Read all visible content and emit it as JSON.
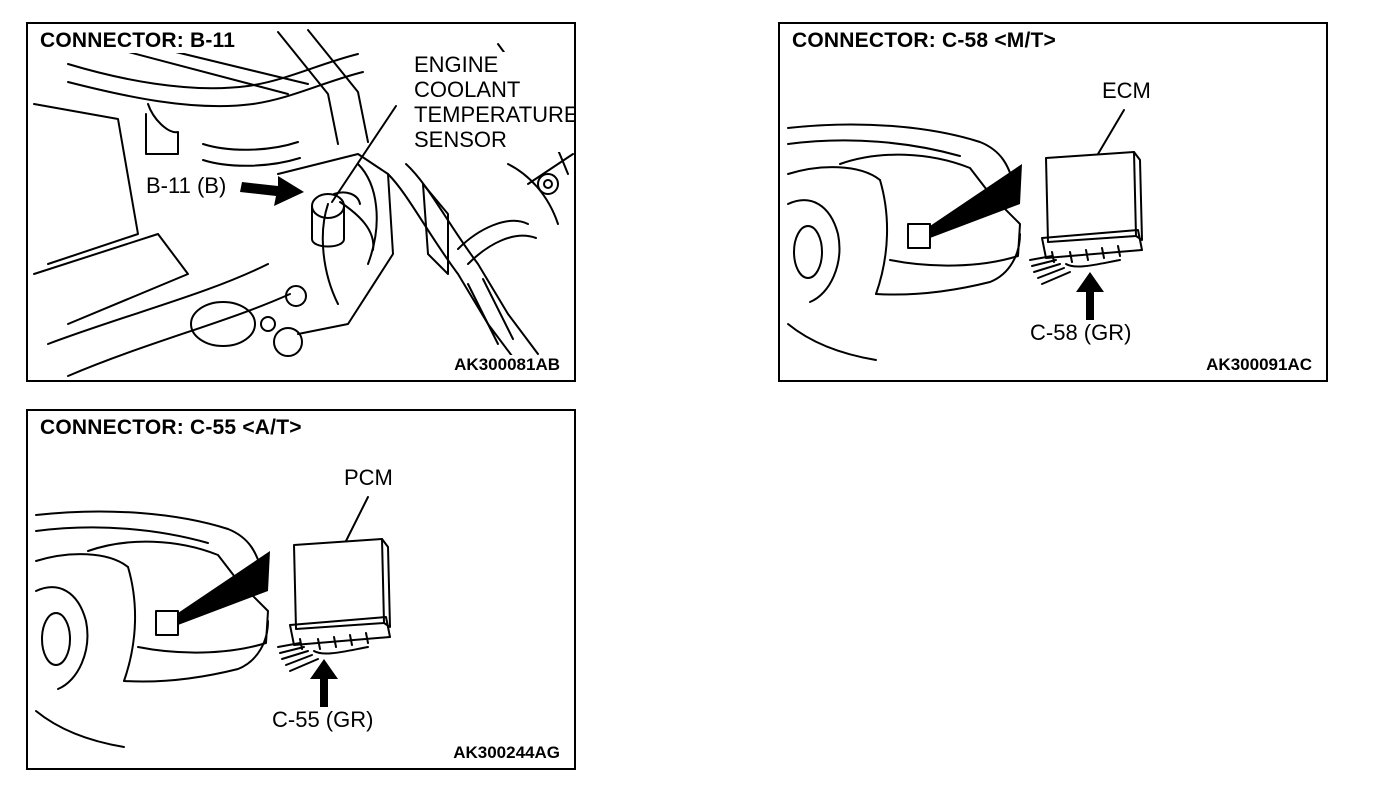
{
  "panels": [
    {
      "title": "CONNECTOR: B-11",
      "code": "AK300081AB",
      "callout_label": "ENGINE COOLANT TEMPERATURE SENSOR",
      "callout_lines": [
        "ENGINE",
        "COOLANT",
        "TEMPERATURE",
        "SENSOR"
      ],
      "connector_label": "B-11 (B)"
    },
    {
      "title": "CONNECTOR: C-58 <M/T>",
      "code": "AK300091AC",
      "module_label": "ECM",
      "connector_label": "C-58 (GR)"
    },
    {
      "title": "CONNECTOR: C-55 <A/T>",
      "code": "AK300244AG",
      "module_label": "PCM",
      "connector_label": "C-55 (GR)"
    }
  ],
  "colors": {
    "ink": "#000000",
    "paper": "#ffffff"
  }
}
